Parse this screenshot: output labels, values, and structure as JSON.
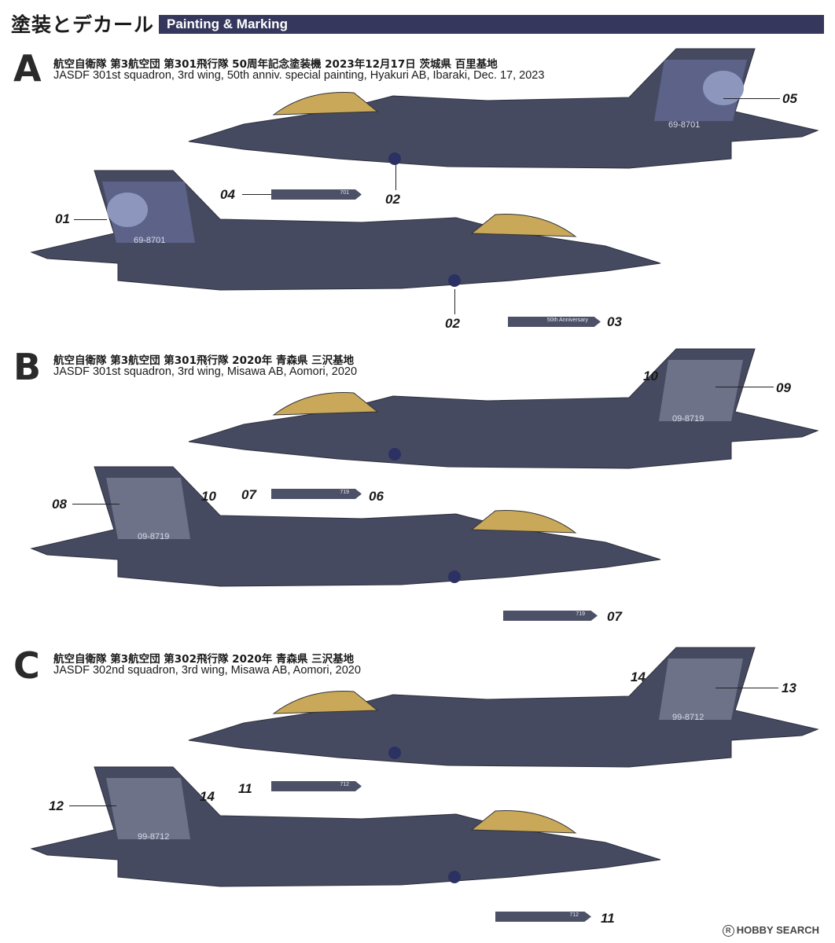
{
  "header": {
    "title_jp": "塗装とデカール",
    "title_en": "Painting & Marking"
  },
  "sections": [
    {
      "letter": "A",
      "jp": "航空自衛隊 第3航空団 第301飛行隊 50周年記念塗装機 2023年12月17日 茨城県 百里基地",
      "en": "JASDF 301st squadron, 3rd wing, 50th anniv. special painting, Hyakuri AB, Ibaraki, Dec. 17, 2023",
      "serial": "69-8701"
    },
    {
      "letter": "B",
      "jp": "航空自衛隊 第3航空団 第301飛行隊 2020年 青森県 三沢基地",
      "en": "JASDF 301st squadron, 3rd wing, Misawa AB, Aomori, 2020",
      "serial": "09-8719"
    },
    {
      "letter": "C",
      "jp": "航空自衛隊 第3航空団 第302飛行隊 2020年 青森県 三沢基地",
      "en": "JASDF 302nd squadron, 3rd wing, Misawa AB, Aomori, 2020",
      "serial": "99-8712"
    }
  ],
  "callouts": {
    "a05": "05",
    "a04": "04",
    "a02a": "02",
    "a01": "01",
    "a02b": "02",
    "a03": "03",
    "b10a": "10",
    "b09": "09",
    "b08": "08",
    "b10b": "10",
    "b07a": "07",
    "b06": "06",
    "b07b": "07",
    "c14a": "14",
    "c13": "13",
    "c11a": "11",
    "c12": "12",
    "c14b": "14",
    "c11b": "11"
  },
  "decals": {
    "a04": "701",
    "a03": "50th Anniversary",
    "b0706": "719",
    "b07": "719",
    "c11a": "712",
    "c11b": "712"
  },
  "footer": {
    "mark": "R",
    "text": "HOBBY SEARCH"
  }
}
